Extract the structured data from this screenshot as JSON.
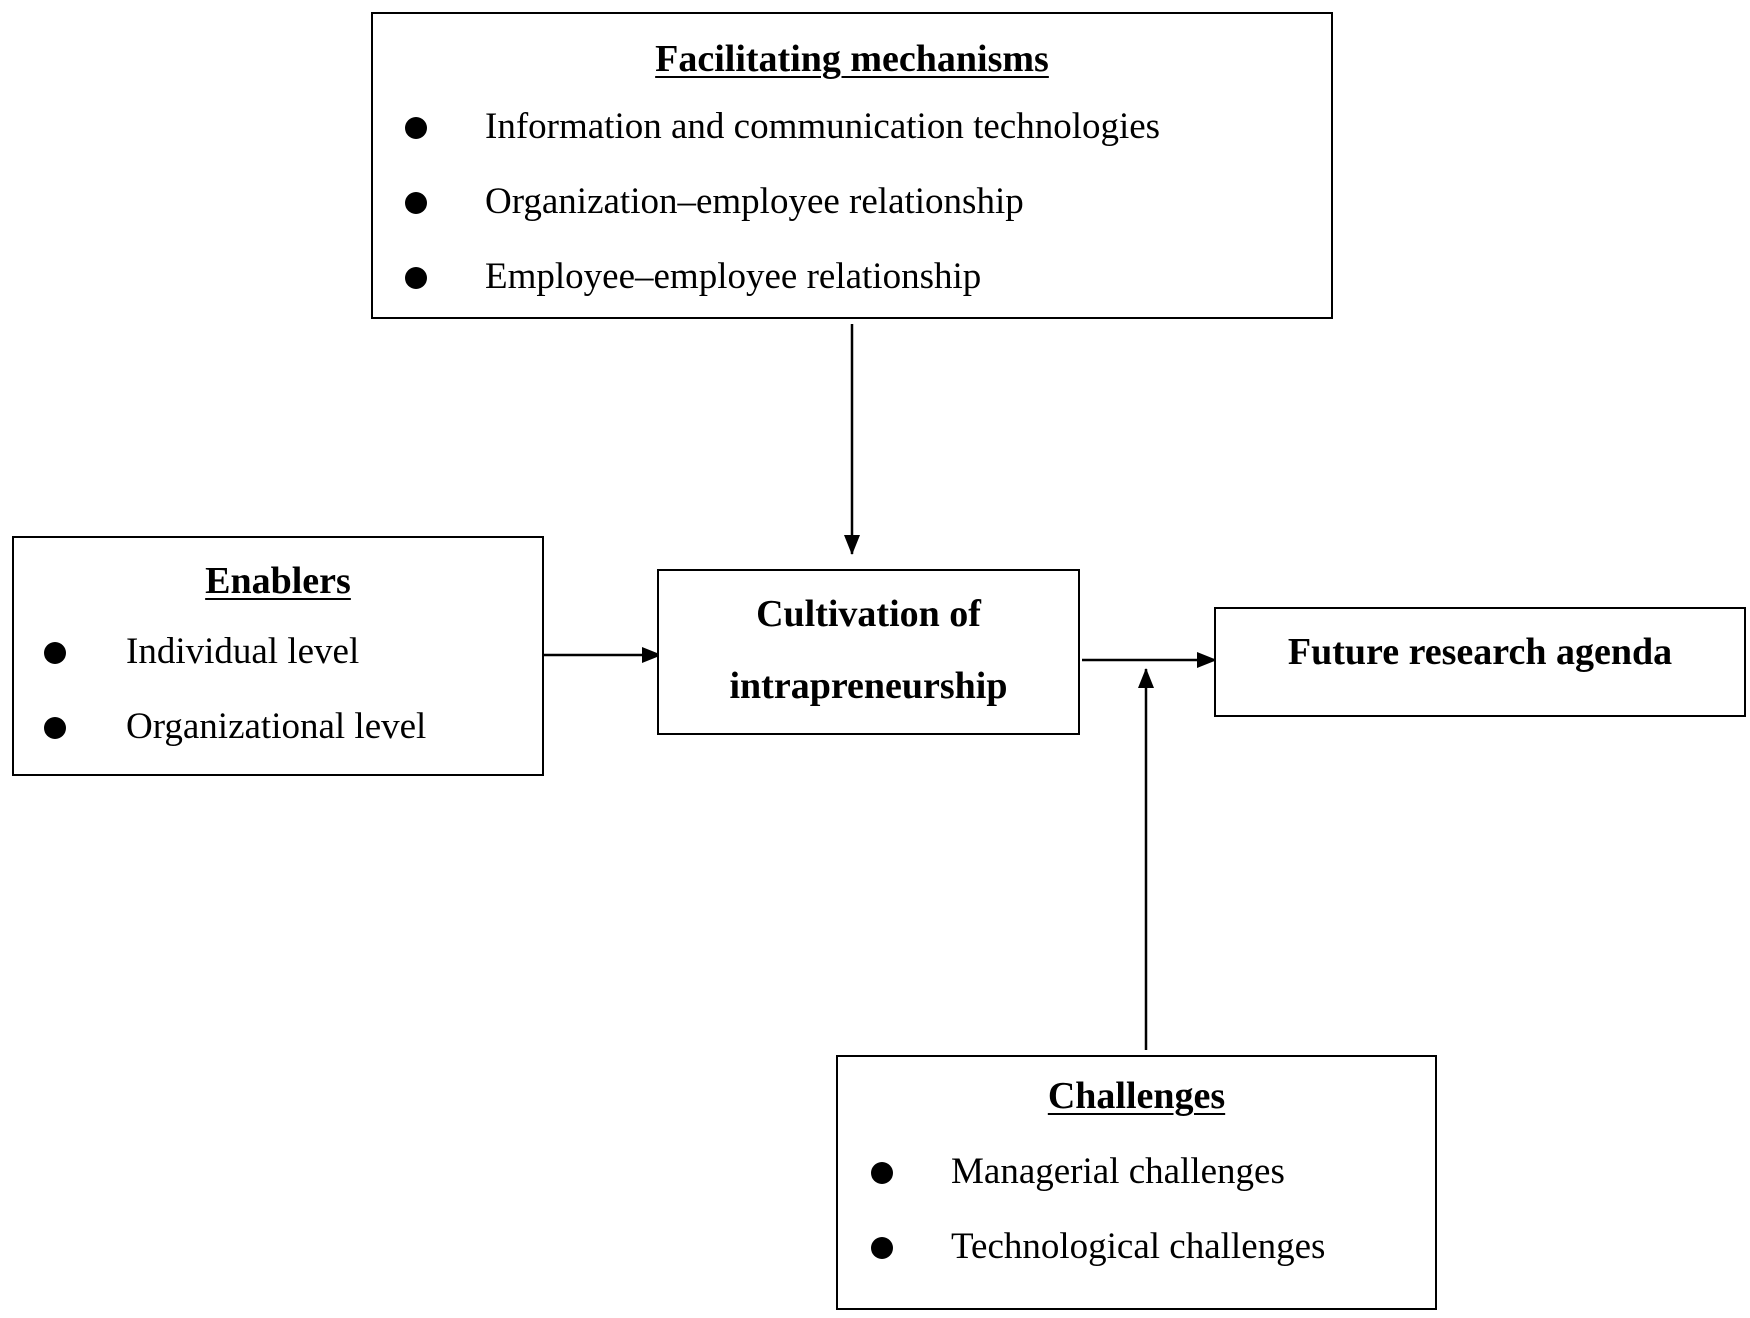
{
  "facilitating": {
    "title": "Facilitating mechanisms",
    "items": [
      "Information and communication technologies",
      "Organization–employee relationship",
      "Employee–employee relationship"
    ]
  },
  "enablers": {
    "title": "Enablers",
    "items": [
      "Individual level",
      "Organizational level"
    ]
  },
  "cultivation": {
    "line1": "Cultivation of",
    "line2": "intrapreneurship"
  },
  "future": {
    "label": "Future research agenda"
  },
  "challenges": {
    "title": "Challenges",
    "items": [
      "Managerial challenges",
      "Technological challenges"
    ]
  }
}
